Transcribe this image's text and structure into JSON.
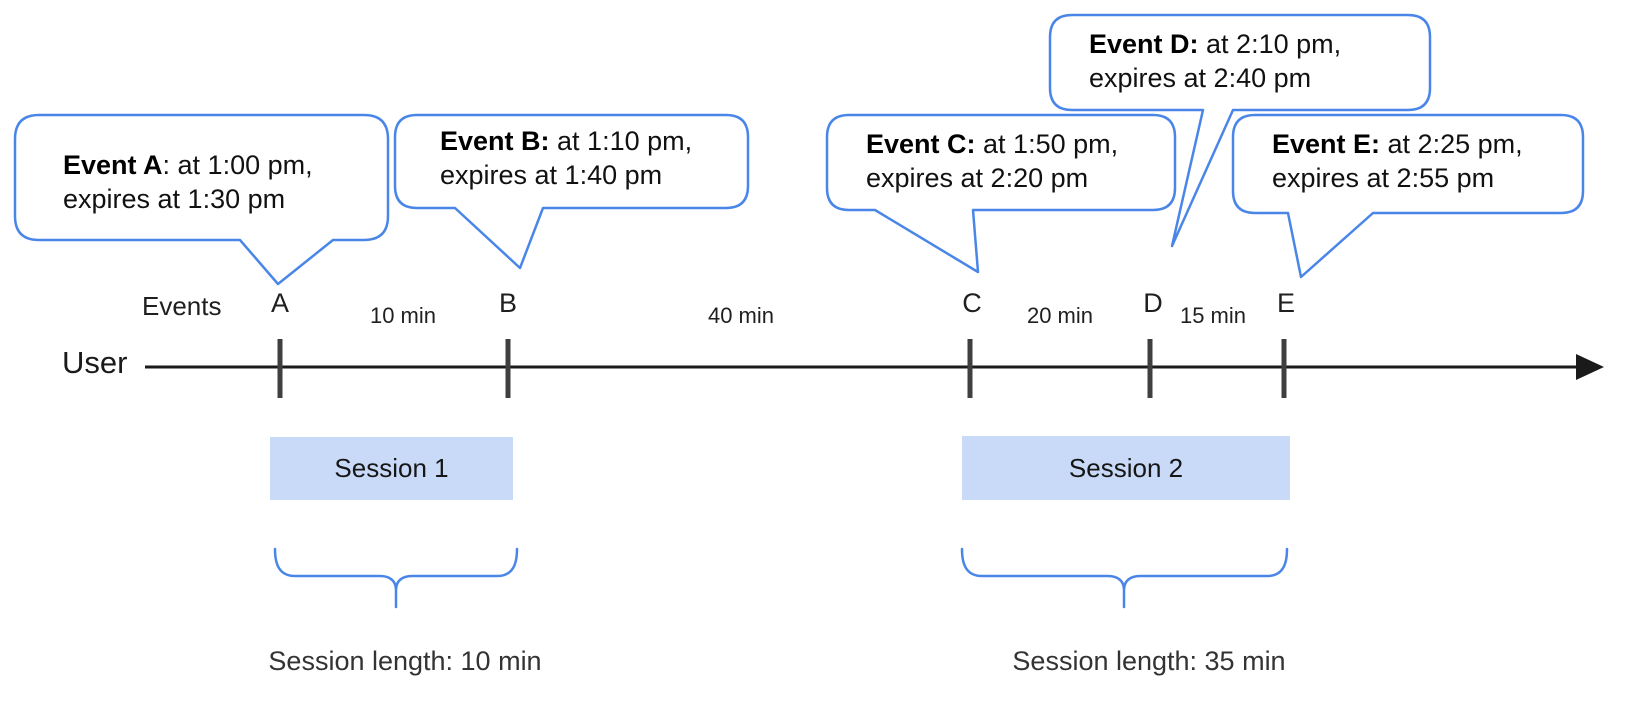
{
  "bubbles": [
    {
      "event": "A",
      "title": "Event A",
      "rest": ": at 1:00 pm,",
      "line2": "expires at 1:30 pm"
    },
    {
      "event": "B",
      "title": "Event B:",
      "rest": " at 1:10 pm,",
      "line2": "expires at 1:40 pm"
    },
    {
      "event": "C",
      "title": "Event C:",
      "rest": " at 1:50 pm,",
      "line2": "expires at 2:20 pm"
    },
    {
      "event": "D",
      "title": "Event D:",
      "rest": " at 2:10 pm,",
      "line2": "expires at 2:40 pm"
    },
    {
      "event": "E",
      "title": "Event E:",
      "rest": " at 2:25 pm,",
      "line2": "expires at 2:55 pm"
    }
  ],
  "axis": {
    "events_label": "Events",
    "user_label": "User",
    "tick_labels": [
      "A",
      "B",
      "C",
      "D",
      "E"
    ],
    "interval_labels": [
      "10 min",
      "40 min",
      "20 min",
      "15 min"
    ]
  },
  "sessions": [
    {
      "label": "Session 1",
      "length_label": "Session length: 10 min"
    },
    {
      "label": "Session 2",
      "length_label": "Session length: 35 min"
    }
  ],
  "colors": {
    "accent_blue": "#4a86e8",
    "session_fill": "#c9daf8",
    "timeline": "#1a1a1a",
    "tick": "#3f3f3f"
  }
}
